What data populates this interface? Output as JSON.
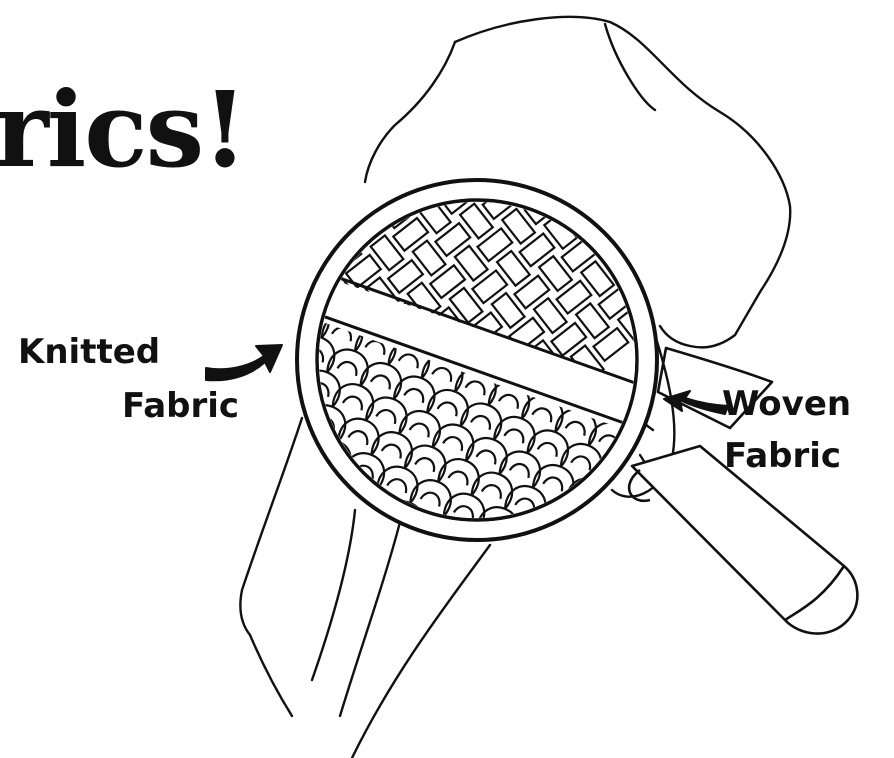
{
  "title": "rics!",
  "labels": {
    "knitted": [
      "Knitted",
      "Fabric"
    ],
    "woven": [
      "Woven",
      "Fabric"
    ]
  },
  "colors": {
    "ink": "#111111",
    "paper": "#ffffff"
  },
  "icons": [
    "arrow-right-icon",
    "arrow-left-icon",
    "magnifying-glass-icon"
  ]
}
